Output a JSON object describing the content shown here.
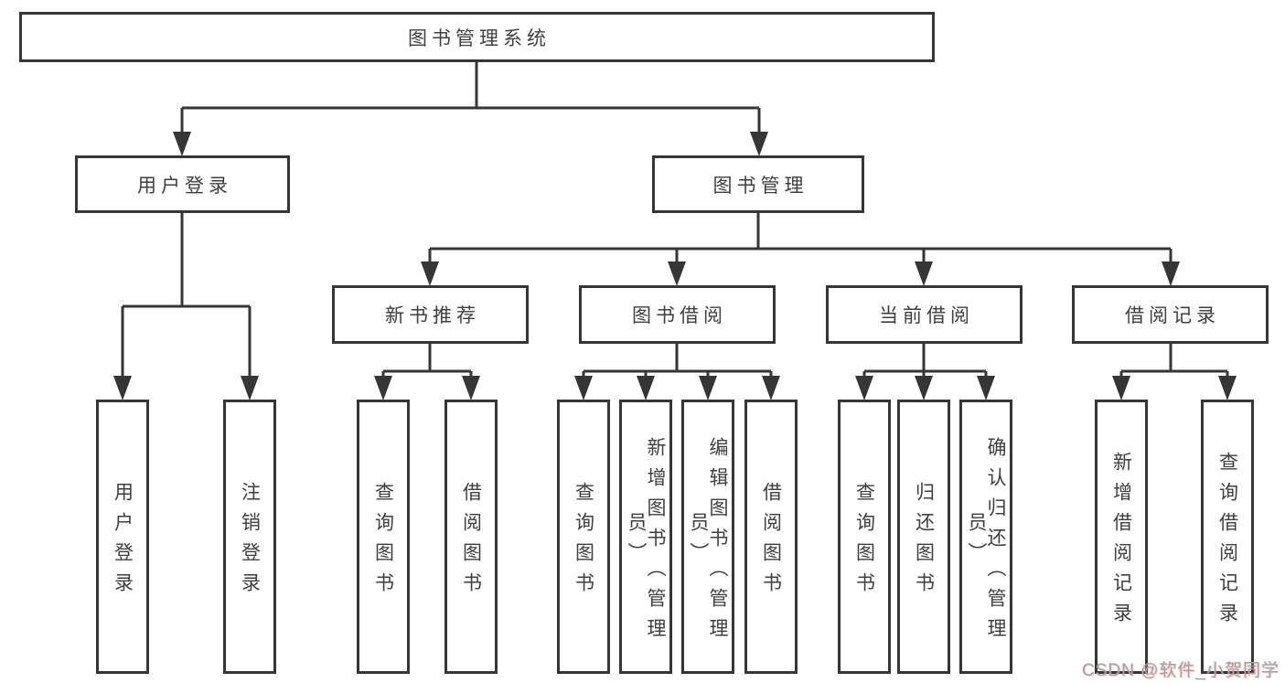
{
  "diagram": {
    "root": {
      "label": "图书管理系统"
    },
    "branches": [
      {
        "label": "用户登录",
        "children": [
          {
            "label": "用户登录"
          },
          {
            "label": "注销登录"
          }
        ]
      },
      {
        "label": "图书管理",
        "children": [
          {
            "label": "新书推荐",
            "children": [
              {
                "label": "查询图书"
              },
              {
                "label": "借阅图书"
              }
            ]
          },
          {
            "label": "图书借阅",
            "children": [
              {
                "label": "查询图书"
              },
              {
                "label": "新增图书（管理员）"
              },
              {
                "label": "编辑图书（管理员）"
              },
              {
                "label": "借阅图书"
              }
            ]
          },
          {
            "label": "当前借阅",
            "children": [
              {
                "label": "查询图书"
              },
              {
                "label": "归还图书"
              },
              {
                "label": "确认归还（管理员）"
              }
            ]
          },
          {
            "label": "借阅记录",
            "children": [
              {
                "label": "新增借阅记录"
              },
              {
                "label": "查询借阅记录"
              }
            ]
          }
        ]
      }
    ]
  },
  "watermark": {
    "text": "CSDN @软件_小贺同学"
  },
  "colors": {
    "line": "#363636",
    "text": "#3f3f3f",
    "box_background": "#ffffff",
    "watermark": "#a3a3a3"
  }
}
